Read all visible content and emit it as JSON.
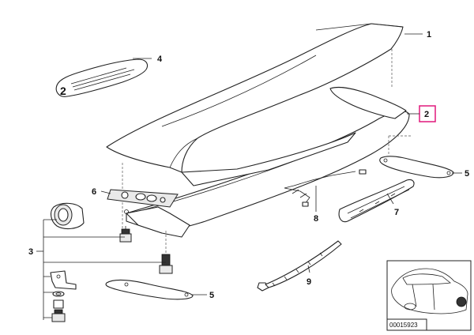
{
  "callouts": {
    "c1": "1",
    "c2": "2",
    "c3": "3",
    "c4": "4",
    "c5a": "5",
    "c5b": "5",
    "c6": "6",
    "c7": "7",
    "c8": "8",
    "c9": "9"
  },
  "sticker": {
    "number": "2"
  },
  "inset": {
    "reference_number": "00015923"
  },
  "colors": {
    "highlight_box": "#e0187c"
  }
}
